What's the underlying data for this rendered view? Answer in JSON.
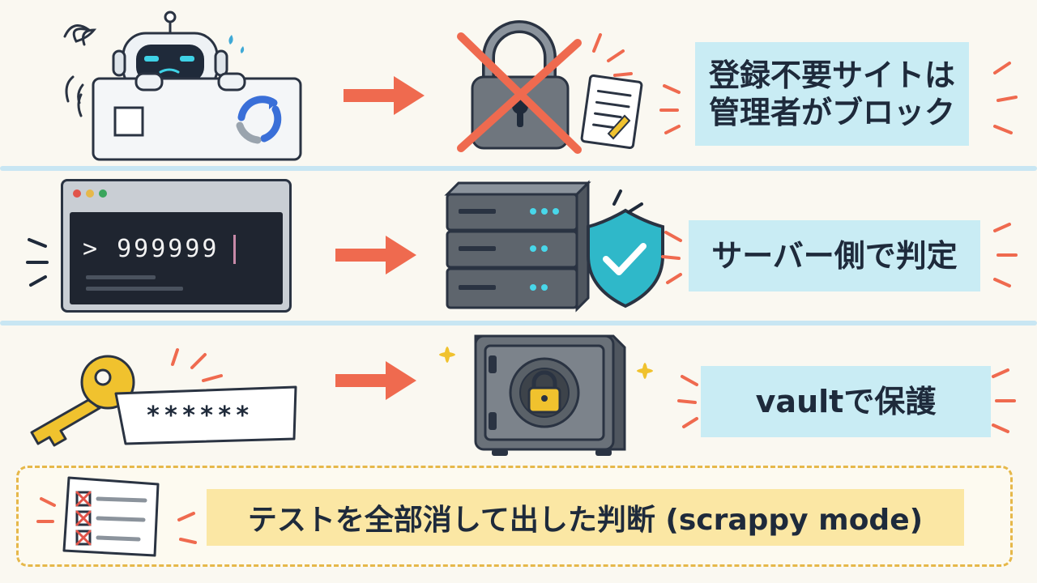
{
  "rows": [
    {
      "label": "登録不要サイトは\n管理者がブロック"
    },
    {
      "label": "サーバー側で判定",
      "terminal_text": "> 999999"
    },
    {
      "label": "vaultで保護",
      "password_text": "******"
    }
  ],
  "bottom": {
    "label": "テストを全部消して出した判断 (scrappy mode)"
  },
  "colors": {
    "background": "#faf8f1",
    "label_bg": "#c9ecf4",
    "bottom_label_bg": "#fbe7a4",
    "arrow": "#ef6a4f",
    "dashed_border": "#e6b84a",
    "accent_teal": "#2fb8c9",
    "key_yellow": "#f0c22e"
  },
  "icons": [
    "robot-icon",
    "captcha-checkbox-icon",
    "recaptcha-icon",
    "arrow-right-icon",
    "crossed-padlock-icon",
    "document-icon",
    "terminal-window-icon",
    "server-rack-icon",
    "shield-check-icon",
    "key-icon",
    "password-tag-icon",
    "safe-vault-icon",
    "sparkle-icon",
    "checklist-icon"
  ]
}
